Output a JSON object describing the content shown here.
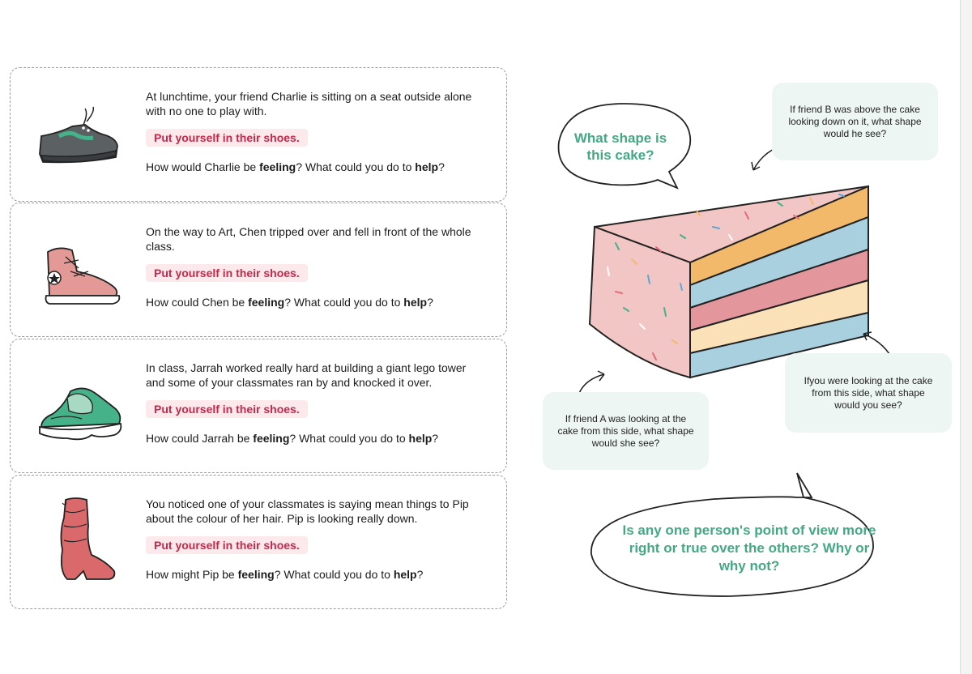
{
  "cards": [
    {
      "scenario": "At lunchtime, your friend Charlie is sitting on a seat outside alone with no one to play with.",
      "prompt": "Put yourself in their shoes.",
      "q_pre": "How would Charlie be ",
      "q_bold1": "feeling",
      "q_mid": "? What could you do to ",
      "q_bold2": "help",
      "q_end": "?"
    },
    {
      "scenario": "On the way to Art, Chen tripped over and fell in front of the whole class.",
      "prompt": "Put yourself in their shoes.",
      "q_pre": "How could Chen be ",
      "q_bold1": "feeling",
      "q_mid": "? What could you do to ",
      "q_bold2": "help",
      "q_end": "?"
    },
    {
      "scenario": "In class, Jarrah worked really hard at building a giant lego tower and some of your classmates ran by and knocked it over.",
      "prompt": "Put yourself in their shoes.",
      "q_pre": "How could Jarrah be ",
      "q_bold1": "feeling",
      "q_mid": "? What could you do to ",
      "q_bold2": "help",
      "q_end": "?"
    },
    {
      "scenario": "You noticed one of your classmates is saying mean things to Pip about the colour of her hair. Pip is looking really down.",
      "prompt": "Put yourself in their shoes.",
      "q_pre": "How might Pip be ",
      "q_bold1": "feeling",
      "q_mid": "? What could you do to ",
      "q_bold2": "help",
      "q_end": "?"
    }
  ],
  "cake": {
    "title_bubble": "What shape is this cake?",
    "note_b": "If friend B was above the cake looking down on it, what shape would he see?",
    "note_you": "Ifyou were looking at the cake from this side, what shape would you see?",
    "note_a": "If friend A was looking at the cake from this side, what shape would she see?",
    "question_bubble": "Is any one person's point of view more right or true over the others? Why or why not?"
  },
  "colors": {
    "accent_green": "#43a983",
    "prompt_red": "#c7284a",
    "prompt_bg": "#fbe9ec",
    "note_bg": "#eef6f3",
    "cake_pink": "#f2c6c4",
    "layer_orange": "#f2b96a",
    "layer_blue": "#a9d0de",
    "layer_rose": "#e3969c",
    "layer_cream": "#fbe1b8"
  },
  "icons": [
    "sneaker-icon",
    "high-top-sneaker-icon",
    "running-shoe-icon",
    "boot-icon"
  ]
}
